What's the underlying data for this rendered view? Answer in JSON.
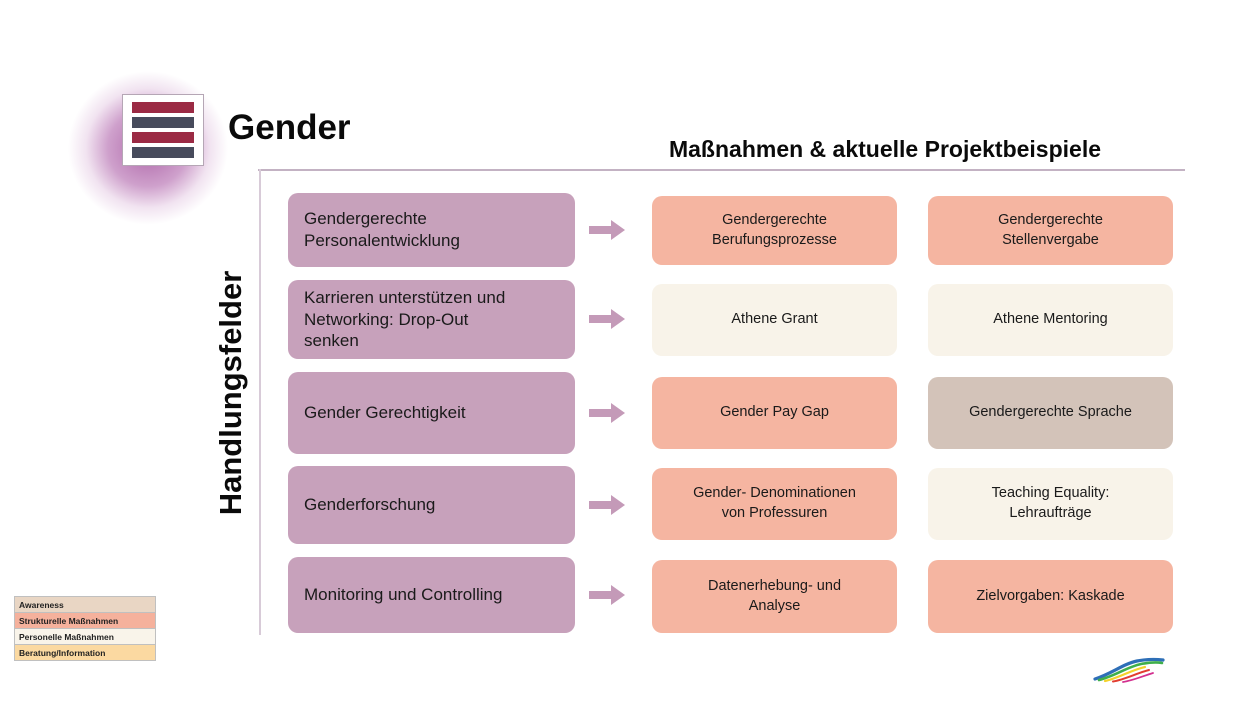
{
  "header": {
    "title": "Gender",
    "subtitle": "Maßnahmen & aktuelle Projektbeispiele"
  },
  "axis_label": "Handlungsfelder",
  "colors": {
    "field_box": "#c7a1bb",
    "arrow": "#c49ab8",
    "strukturell_salmon": "#f5b5a1",
    "personell_cream": "#f8f3e9",
    "awareness_tan": "#d3c3b9"
  },
  "rows": [
    {
      "field": "Gendergerechte\nPersonalentwicklung",
      "examples": [
        {
          "label": "Gendergerechte\nBerufungsprozesse",
          "color": "#f5b5a1"
        },
        {
          "label": "Gendergerechte\nStellenvergabe",
          "color": "#f5b5a1"
        }
      ]
    },
    {
      "field": "Karrieren unterstützen und\nNetworking: Drop-Out\nsenken",
      "examples": [
        {
          "label": "Athene Grant",
          "color": "#f8f3e9"
        },
        {
          "label": "Athene Mentoring",
          "color": "#f8f3e9"
        }
      ]
    },
    {
      "field": "Gender Gerechtigkeit",
      "examples": [
        {
          "label": "Gender Pay Gap",
          "color": "#f5b5a1"
        },
        {
          "label": "Gendergerechte Sprache",
          "color": "#d3c3b9"
        }
      ]
    },
    {
      "field": "Genderforschung",
      "examples": [
        {
          "label": "Gender- Denominationen\nvon Professuren",
          "color": "#f5b5a1"
        },
        {
          "label": "Teaching Equality:\nLehraufträge",
          "color": "#f8f3e9"
        }
      ]
    },
    {
      "field": "Monitoring und Controlling",
      "examples": [
        {
          "label": "Datenerhebung- und\nAnalyse",
          "color": "#f5b5a1"
        },
        {
          "label": "Zielvorgaben: Kaskade",
          "color": "#f5b5a1"
        }
      ]
    }
  ],
  "legend": [
    {
      "label": "Awareness",
      "color": "#e9d6c4"
    },
    {
      "label": "Strukturelle Maßnahmen",
      "color": "#f5b19c"
    },
    {
      "label": "Personelle Maßnahmen",
      "color": "#f9f4ea"
    },
    {
      "label": "Beratung/Information",
      "color": "#fbd9a1"
    }
  ]
}
